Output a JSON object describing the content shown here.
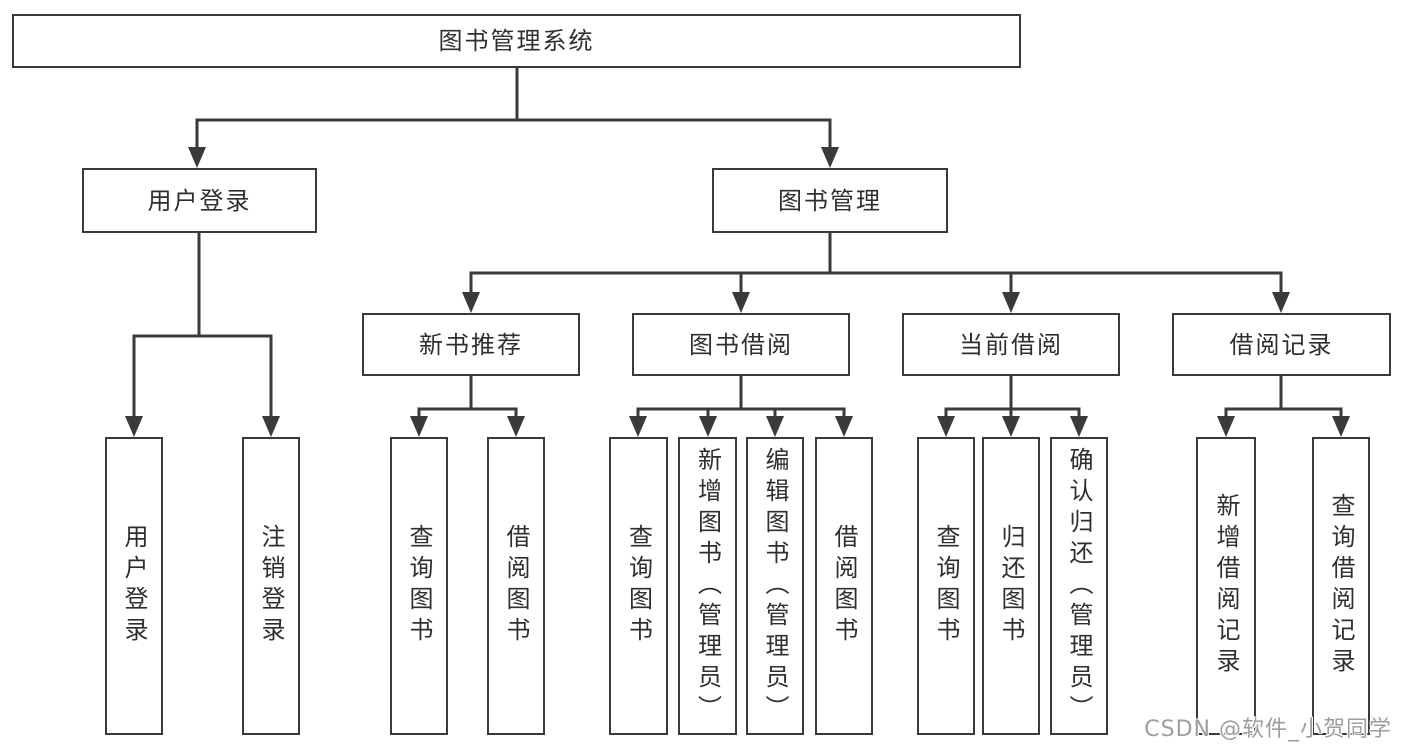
{
  "root": {
    "label": "图书管理系统"
  },
  "branches": {
    "user_login": {
      "label": "用户登录",
      "children": [
        {
          "label": "用户登录"
        },
        {
          "label": "注销登录"
        }
      ]
    },
    "book_management": {
      "label": "图书管理",
      "children": [
        {
          "label": "新书推荐",
          "children": [
            {
              "label": "查询图书"
            },
            {
              "label": "借阅图书"
            }
          ]
        },
        {
          "label": "图书借阅",
          "children": [
            {
              "label": "查询图书"
            },
            {
              "label": "新增图书（管理员）"
            },
            {
              "label": "编辑图书（管理员）"
            },
            {
              "label": "借阅图书"
            }
          ]
        },
        {
          "label": "当前借阅",
          "children": [
            {
              "label": "查询图书"
            },
            {
              "label": "归还图书"
            },
            {
              "label": "确认归还（管理员）"
            }
          ]
        },
        {
          "label": "借阅记录",
          "children": [
            {
              "label": "新增借阅记录"
            },
            {
              "label": "查询借阅记录"
            }
          ]
        }
      ]
    }
  },
  "watermark": {
    "text": "CSDN @软件_小贺同学"
  },
  "colors": {
    "line": "#3a3a3a",
    "box_border": "#3a3a3a",
    "text": "#2f2f2f",
    "watermark": "#9e9e9e",
    "background": "#ffffff"
  }
}
